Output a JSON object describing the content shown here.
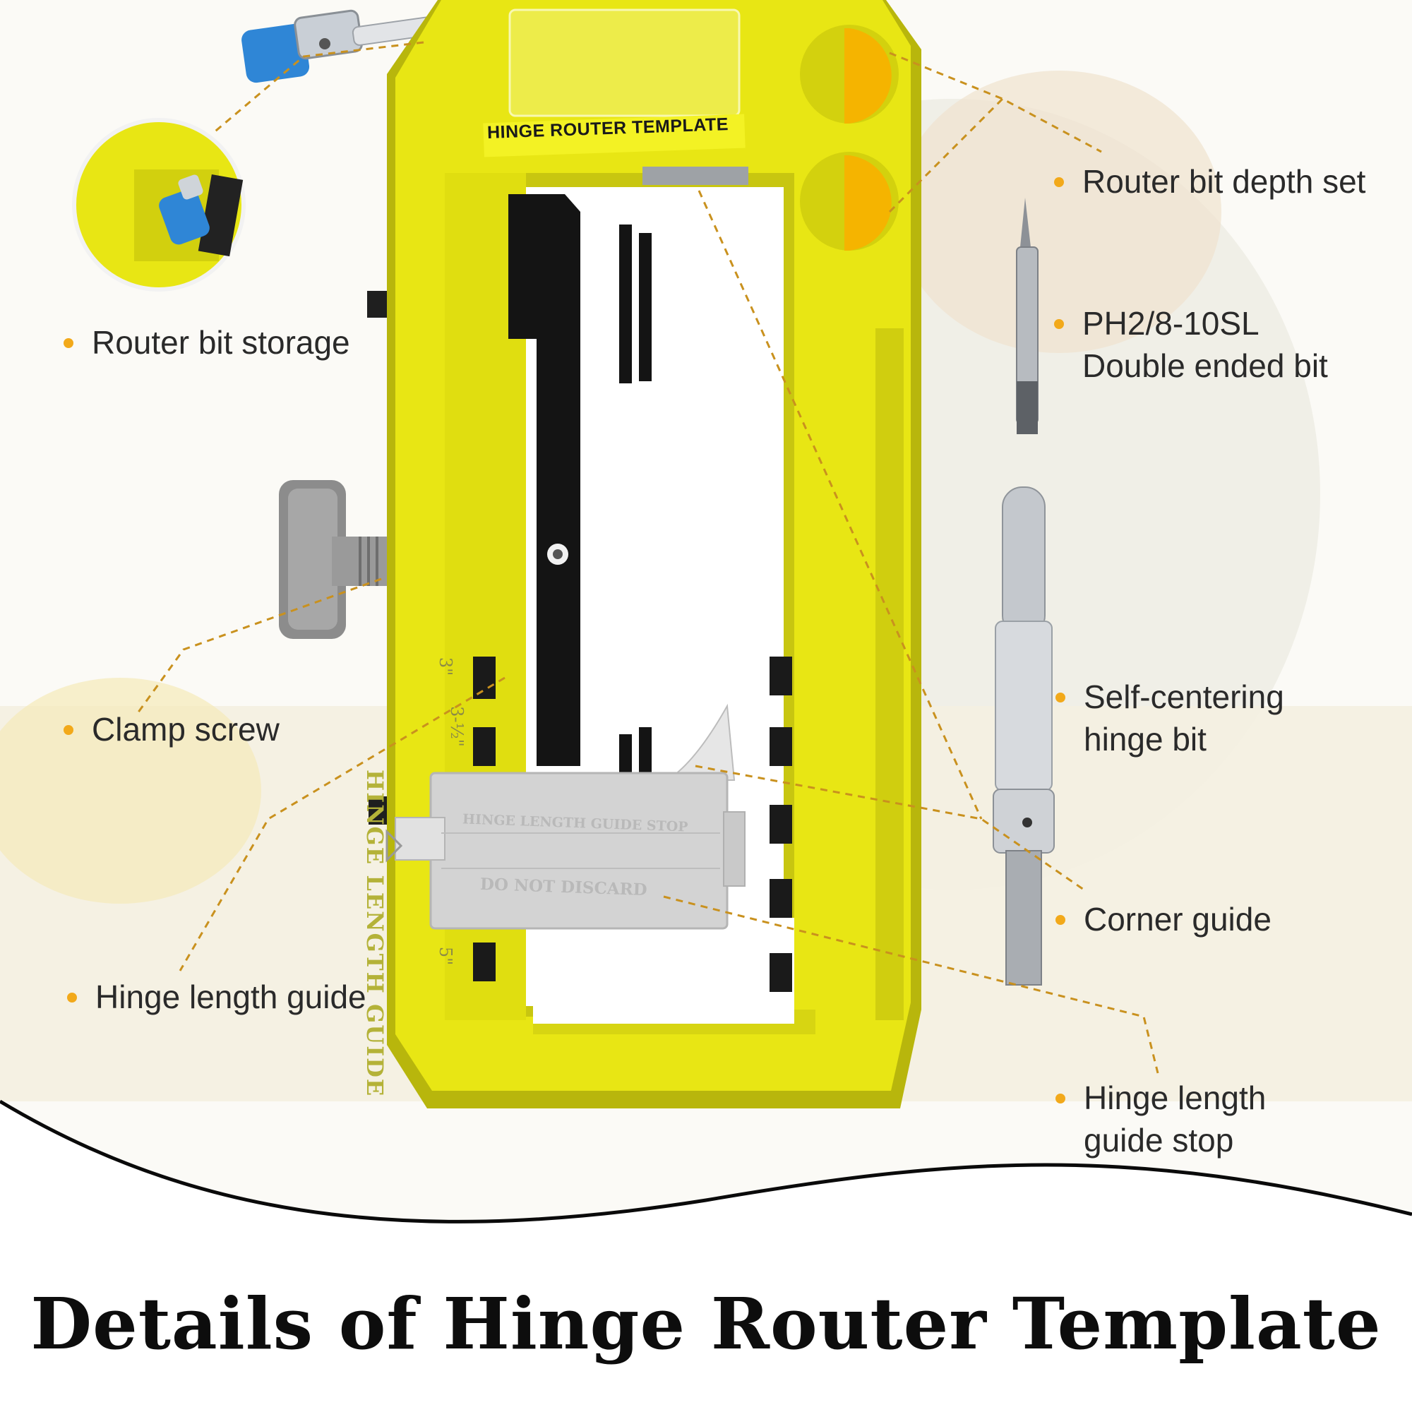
{
  "heading": "Details of Hinge Router Template",
  "template_label": "HINGE ROUTER TEMPLATE",
  "guide_stop_text": {
    "line1": "HINGE LENGTH GUIDE STOP",
    "line2": "DO NOT DISCARD"
  },
  "hinge_guide_vertical": "HINGE LENGTH GUIDE",
  "scale_marks": [
    "3\"",
    "3-½\"",
    "5\""
  ],
  "callouts": {
    "router_bit_storage": "Router bit storage",
    "clamp_screw": "Clamp screw",
    "hinge_length_guide": "Hinge length guide",
    "router_bit_depth_set": "Router bit depth set",
    "double_bit_line1": "PH2/8-10SL",
    "double_bit_line2": "Double ended bit",
    "self_centering_line1": "Self-centering",
    "self_centering_line2": "hinge bit",
    "corner_guide": "Corner guide",
    "guide_stop_line1": "Hinge length",
    "guide_stop_line2": "guide stop"
  },
  "colors": {
    "template_yellow": "#e8e614",
    "template_shadow": "#b8b60c",
    "accent_orange": "#f2a91a",
    "leader_line": "#c9911e",
    "heading": "#0d0d0d",
    "guide_stop_gray": "#d3d3d3",
    "depth_set_orange": "#f5b400"
  }
}
